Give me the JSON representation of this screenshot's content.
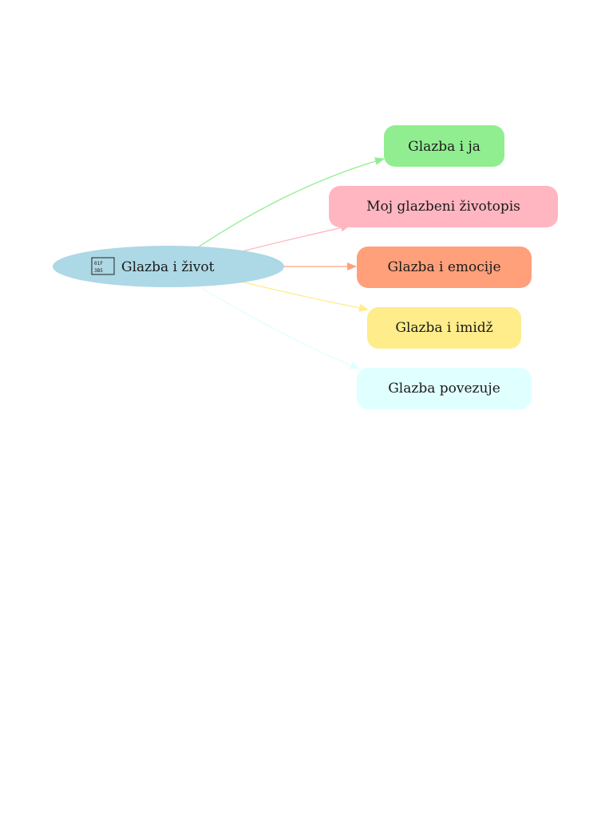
{
  "diagram": {
    "root": {
      "label": "Glazba i život",
      "icon": "replacement-glyph-icon",
      "icon_text_top": "01F",
      "icon_text_bottom": "3B5",
      "color": "#add8e6"
    },
    "children": [
      {
        "id": "glazba-i-ja",
        "label": "Glazba i ja",
        "color": "#90ee90"
      },
      {
        "id": "moj-glazbeni-zivotopis",
        "label": "Moj glazbeni životopis",
        "color": "#ffb6c1"
      },
      {
        "id": "glazba-i-emocije",
        "label": "Glazba i emocije",
        "color": "#ffa07a"
      },
      {
        "id": "glazba-i-imidz",
        "label": "Glazba i imidž",
        "color": "#ffec8b"
      },
      {
        "id": "glazba-povezuje",
        "label": "Glazba povezuje",
        "color": "#e0ffff"
      }
    ]
  }
}
